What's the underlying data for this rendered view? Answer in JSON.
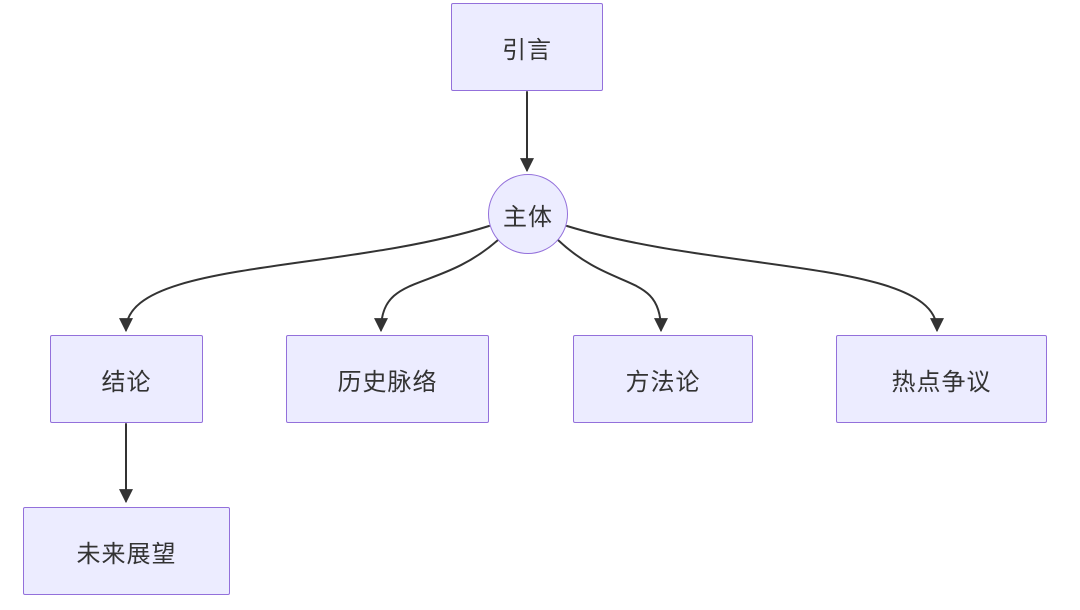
{
  "diagram": {
    "type": "flowchart",
    "background": "#FFFFFF",
    "colors": {
      "node_fill": "#ECECFF",
      "node_border": "#9370DB",
      "edge": "#333333",
      "text": "#333333"
    },
    "nodes": [
      {
        "id": "introduction",
        "label": "引言",
        "shape": "rectangle"
      },
      {
        "id": "main-body",
        "label": "主体",
        "shape": "circle"
      },
      {
        "id": "conclusion",
        "label": "结论",
        "shape": "rectangle"
      },
      {
        "id": "historical-context",
        "label": "历史脉络",
        "shape": "rectangle"
      },
      {
        "id": "methodology",
        "label": "方法论",
        "shape": "rectangle"
      },
      {
        "id": "hot-controversies",
        "label": "热点争议",
        "shape": "rectangle"
      },
      {
        "id": "future-outlook",
        "label": "未来展望",
        "shape": "rectangle"
      }
    ],
    "edges": [
      {
        "from": "引言",
        "to": "主体",
        "style": "straight-arrow"
      },
      {
        "from": "主体",
        "to": "结论",
        "style": "curved-arrow"
      },
      {
        "from": "主体",
        "to": "历史脉络",
        "style": "curved-arrow"
      },
      {
        "from": "主体",
        "to": "方法论",
        "style": "curved-arrow"
      },
      {
        "from": "主体",
        "to": "热点争议",
        "style": "curved-arrow"
      },
      {
        "from": "结论",
        "to": "未来展望",
        "style": "straight-arrow"
      }
    ]
  }
}
